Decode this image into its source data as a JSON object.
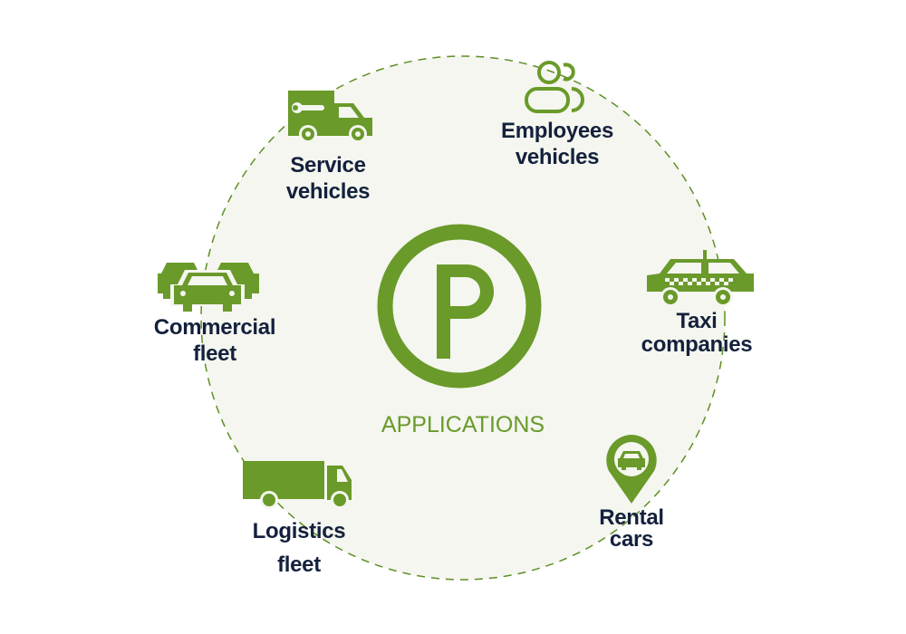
{
  "title": "APPLICATIONS",
  "center_icon": "parking-icon",
  "center_letter": "P",
  "colors": {
    "accent": "#6a9a2a",
    "text": "#14213d",
    "circle_fill": "#f4f6ef"
  },
  "items": [
    {
      "icon": "service-truck-icon",
      "line1": "Service",
      "line2": "vehicles"
    },
    {
      "icon": "employees-icon",
      "line1": "Employees",
      "line2": "vehicles"
    },
    {
      "icon": "taxi-icon",
      "line1": "Taxi",
      "line2": "companies"
    },
    {
      "icon": "rental-pin-icon",
      "line1": "Rental",
      "line2": "cars"
    },
    {
      "icon": "logistics-truck-icon",
      "line1": "Logistics",
      "line2": "fleet"
    },
    {
      "icon": "cars-fleet-icon",
      "line1": "Commercial",
      "line2": "fleet"
    }
  ]
}
